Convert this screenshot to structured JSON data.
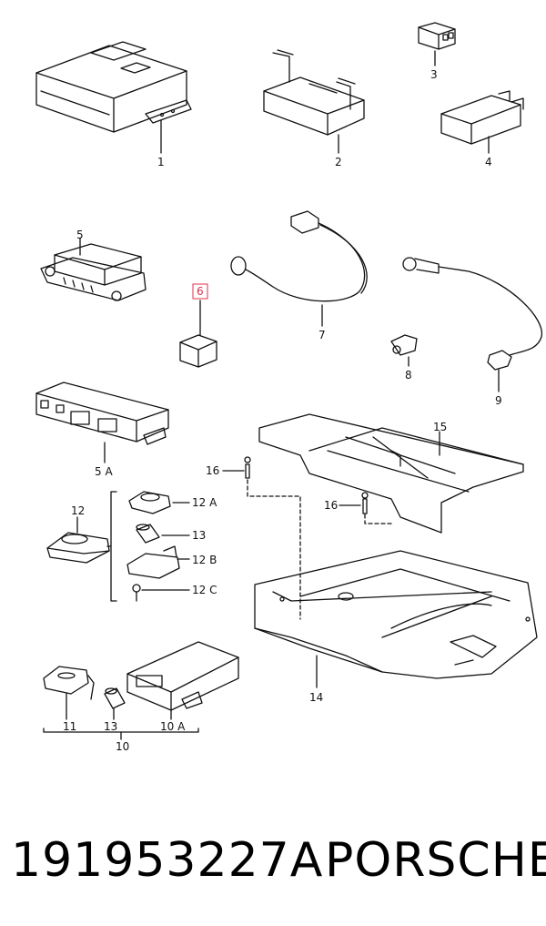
{
  "callouts": {
    "c1": "1",
    "c2": "2",
    "c3": "3",
    "c4": "4",
    "c5": "5",
    "c5a": "5 A",
    "c6": "6",
    "c7": "7",
    "c8": "8",
    "c9": "9",
    "c10": "10",
    "c10a": "10 A",
    "c11": "11",
    "c12": "12",
    "c12a": "12 A",
    "c12b": "12 B",
    "c12c": "12 C",
    "c13a": "13",
    "c13b": "13",
    "c14": "14",
    "c15": "15",
    "c16a": "16",
    "c16b": "16"
  },
  "highlight_color": "#e0304a",
  "footer": {
    "part_number": "191953227A",
    "brand": "PORSCHE"
  }
}
